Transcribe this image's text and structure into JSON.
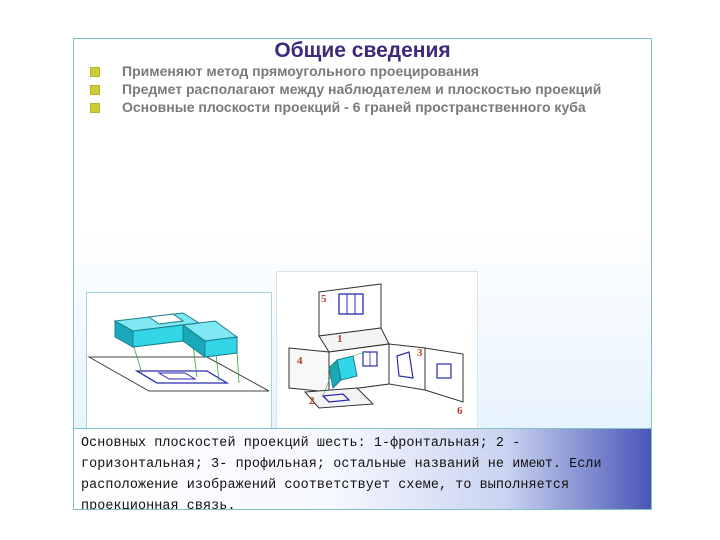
{
  "slide": {
    "title": "Общие сведения",
    "bullets": [
      "Применяют метод прямоугольного проецирования",
      "Предмет располагают между наблюдателем и плоскостью проекций",
      "Основные плоскости проекций - 6 граней пространственного куба"
    ],
    "figure_right_labels": [
      "1",
      "2",
      "3",
      "4",
      "5",
      "6"
    ],
    "caption": "Основных плоскостей проекций шесть: 1-фронтальная; 2 - горизонтальная; 3- профильная; остальные названий не имеют. Если расположение изображений соответствует схеме, то выполняется проекционная связь."
  },
  "colors": {
    "title": "#3d2a7a",
    "bullet_text": "#7a7a7a",
    "bullet_marker": "#cccc33",
    "object_cyan": "#33d6e6",
    "projection_lines": "#2a2ab0"
  }
}
